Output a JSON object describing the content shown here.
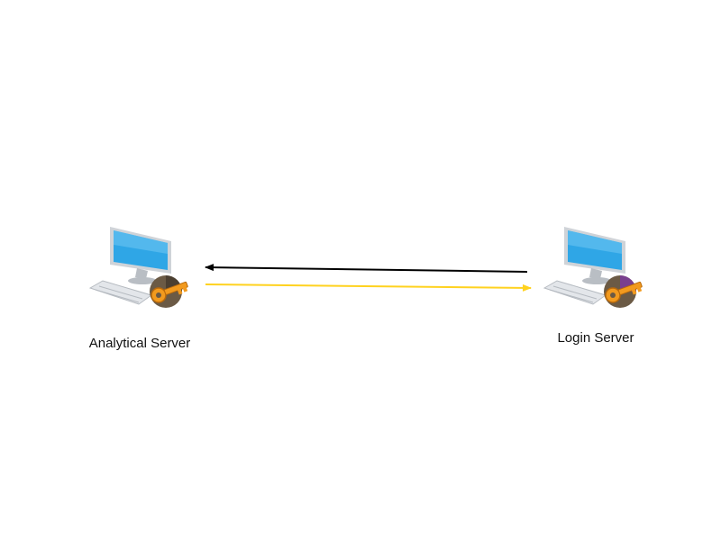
{
  "nodes": [
    {
      "id": "analytical",
      "label": "Analytical Server",
      "icon": "computer-with-key-badge-icon",
      "badge_color": "#6b5a45"
    },
    {
      "id": "login",
      "label": "Login Server",
      "icon": "computer-with-key-badge-icon",
      "badge_color": "#7a3f8f"
    }
  ],
  "connections": [
    {
      "from": "login",
      "to": "analytical",
      "color": "#000000"
    },
    {
      "from": "analytical",
      "to": "login",
      "color": "#ffd21f"
    }
  ],
  "colors": {
    "screen": "#2fa6e6",
    "monitor_frame": "#cfd3d8",
    "key": "#f29a1e"
  }
}
